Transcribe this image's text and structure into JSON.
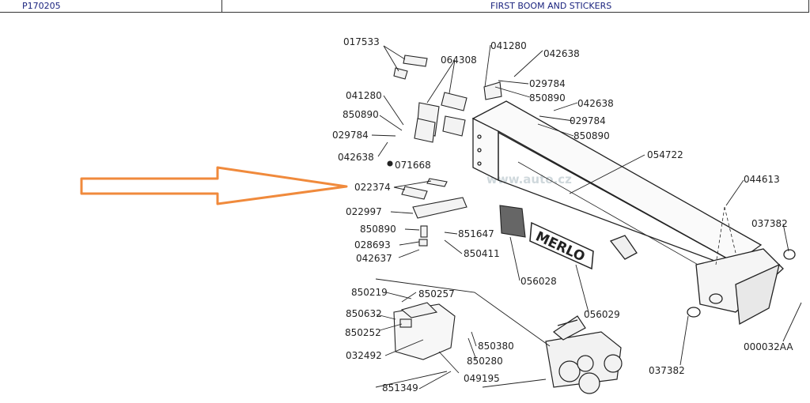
{
  "header": {
    "code": "P170205",
    "title": "FIRST BOOM AND STICKERS"
  },
  "watermark": "www.auto.cz",
  "brand": "MERLO",
  "arrow_color": "#f08a3c",
  "part_labels": [
    "017533",
    "064308",
    "041280",
    "042638",
    "029784",
    "850890",
    "041280",
    "850890",
    "029784",
    "042638",
    "071668",
    "042638",
    "029784",
    "850890",
    "054722",
    "022374",
    "022997",
    "850890",
    "028693",
    "042637",
    "851647",
    "850411",
    "056028",
    "056029",
    "044613",
    "037382",
    "037382",
    "000032AA",
    "850219",
    "850257",
    "850632",
    "850252",
    "032492",
    "850380",
    "850280",
    "049195",
    "851349"
  ]
}
